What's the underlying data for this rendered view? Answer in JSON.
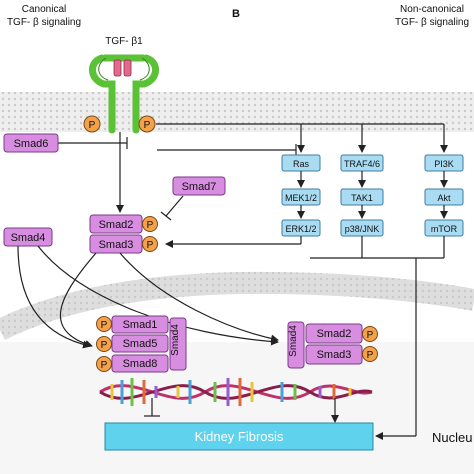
{
  "header": {
    "canonical_line1": "Canonical",
    "canonical_line2": "TGF- β signaling",
    "panel_letter": "B",
    "noncanonical_line1": "Non-canonical",
    "noncanonical_line2": "TGF- β signaling",
    "ligand": "TGF- β1"
  },
  "phospho_label": "P",
  "smads": {
    "smad6": "Smad6",
    "smad7": "Smad7",
    "smad4_left": "Smad4",
    "smad2_cyto": "Smad2",
    "smad3_cyto": "Smad3",
    "smad1": "Smad1",
    "smad5": "Smad5",
    "smad8": "Smad8",
    "smad4_complex_a": "Smad4",
    "smad4_complex_b": "Smad4",
    "smad2_nuc": "Smad2",
    "smad3_nuc": "Smad3"
  },
  "noncanonical": {
    "ras": "Ras",
    "mek": "MEK1/2",
    "erk": "ERK1/2",
    "traf": "TRAF4/6",
    "tak1": "TAK1",
    "p38": "p38/JNK",
    "pi3k": "PI3K",
    "akt": "Akt",
    "mtor": "mTOR"
  },
  "outcome": "Kidney Fibrosis",
  "nucleus_label": "Nucleu",
  "colors": {
    "smad_fill": "#d88ee0",
    "kinase_fill": "#a9dcf2",
    "phospho_fill": "#f4a14c",
    "receptor_green": "#5bc236",
    "ligand_pink": "#e36a8c",
    "membrane": "#e3e3e3",
    "outcome_fill": "#5fd3ee"
  }
}
